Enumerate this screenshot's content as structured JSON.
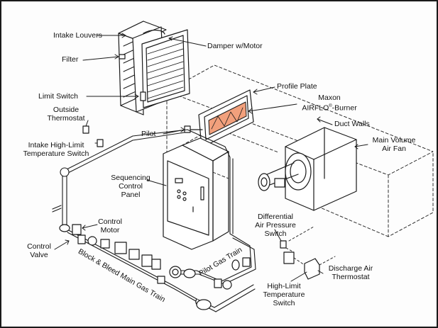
{
  "labels": {
    "intake_louvers": "Intake Louvers",
    "filter": "Filter",
    "damper": "Damper w/Motor",
    "limit_switch": "Limit Switch",
    "profile_plate": "Profile Plate",
    "burner_line1": "Maxon",
    "burner_line2": "AIRFLO",
    "burner_suffix": "Burner",
    "duct_walls": "Duct Walls",
    "outside_line1": "Outside",
    "outside_line2": "Thermostat",
    "pilot": "Pilot",
    "intake_hl_line1": "Intake High-Limit",
    "intake_hl_line2": "Temperature Switch",
    "main_fan_line1": "Main Volume",
    "main_fan_line2": "Air Fan",
    "seq_line1": "Sequencing",
    "seq_line2": "Control",
    "seq_line3": "Panel",
    "control_motor_line1": "Control",
    "control_motor_line2": "Motor",
    "control_valve_line1": "Control",
    "control_valve_line2": "Valve",
    "diff_line1": "Differential",
    "diff_line2": "Air Pressure",
    "diff_line3": "Switch",
    "pilot_gas_train": "Pilot Gas Train",
    "main_gas_train": "Block & Bleed Main Gas Train",
    "discharge_line1": "Discharge Air",
    "discharge_line2": "Thermostat",
    "hl_temp_line1": "High-Limit",
    "hl_temp_line2": "Temperature",
    "hl_temp_line3": "Switch"
  },
  "colors": {
    "burner_flame": "#f2a07c",
    "ink": "#1a1a1a"
  }
}
